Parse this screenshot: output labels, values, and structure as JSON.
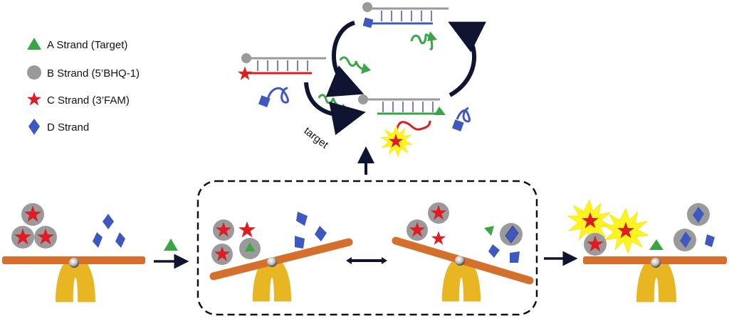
{
  "colors": {
    "a_strand": "#3aa545",
    "b_strand": "#9a9a9a",
    "c_strand": "#dd1c24",
    "d_strand": "#3f58c0",
    "seesaw_board": "#d46f2c",
    "seesaw_base": "#e9b623",
    "glow": "#fff41f",
    "arrow": "#0f1530",
    "rung": "#3f58c0"
  },
  "legend": [
    {
      "symbol": "triangle",
      "label": "A Strand (Target)"
    },
    {
      "symbol": "circle",
      "label": "B Strand (5’BHQ-1)"
    },
    {
      "symbol": "star",
      "label": "C Strand (3’FAM)"
    },
    {
      "symbol": "diamond",
      "label": "D Strand"
    }
  ],
  "cycle": {
    "arrow_label": "target"
  },
  "stages": [
    {
      "name": "initial",
      "tilt": "level",
      "left": "3 B:C duplexes",
      "right": "3 D strands"
    },
    {
      "name": "intermediate-1",
      "tilt": "left-down",
      "left": "2 B:C duplexes, free C, B:A duplex",
      "right": "3 D strands"
    },
    {
      "name": "intermediate-2",
      "tilt": "right-down",
      "left": "2 B:C duplexes, free C",
      "right": "A strand, B:D duplex, 2 D strands"
    },
    {
      "name": "final",
      "tilt": "level",
      "left": "1 B:C duplex, 2 fluorescent C",
      "right": "A strand, 2 B:D duplexes, 1 D strand"
    }
  ]
}
